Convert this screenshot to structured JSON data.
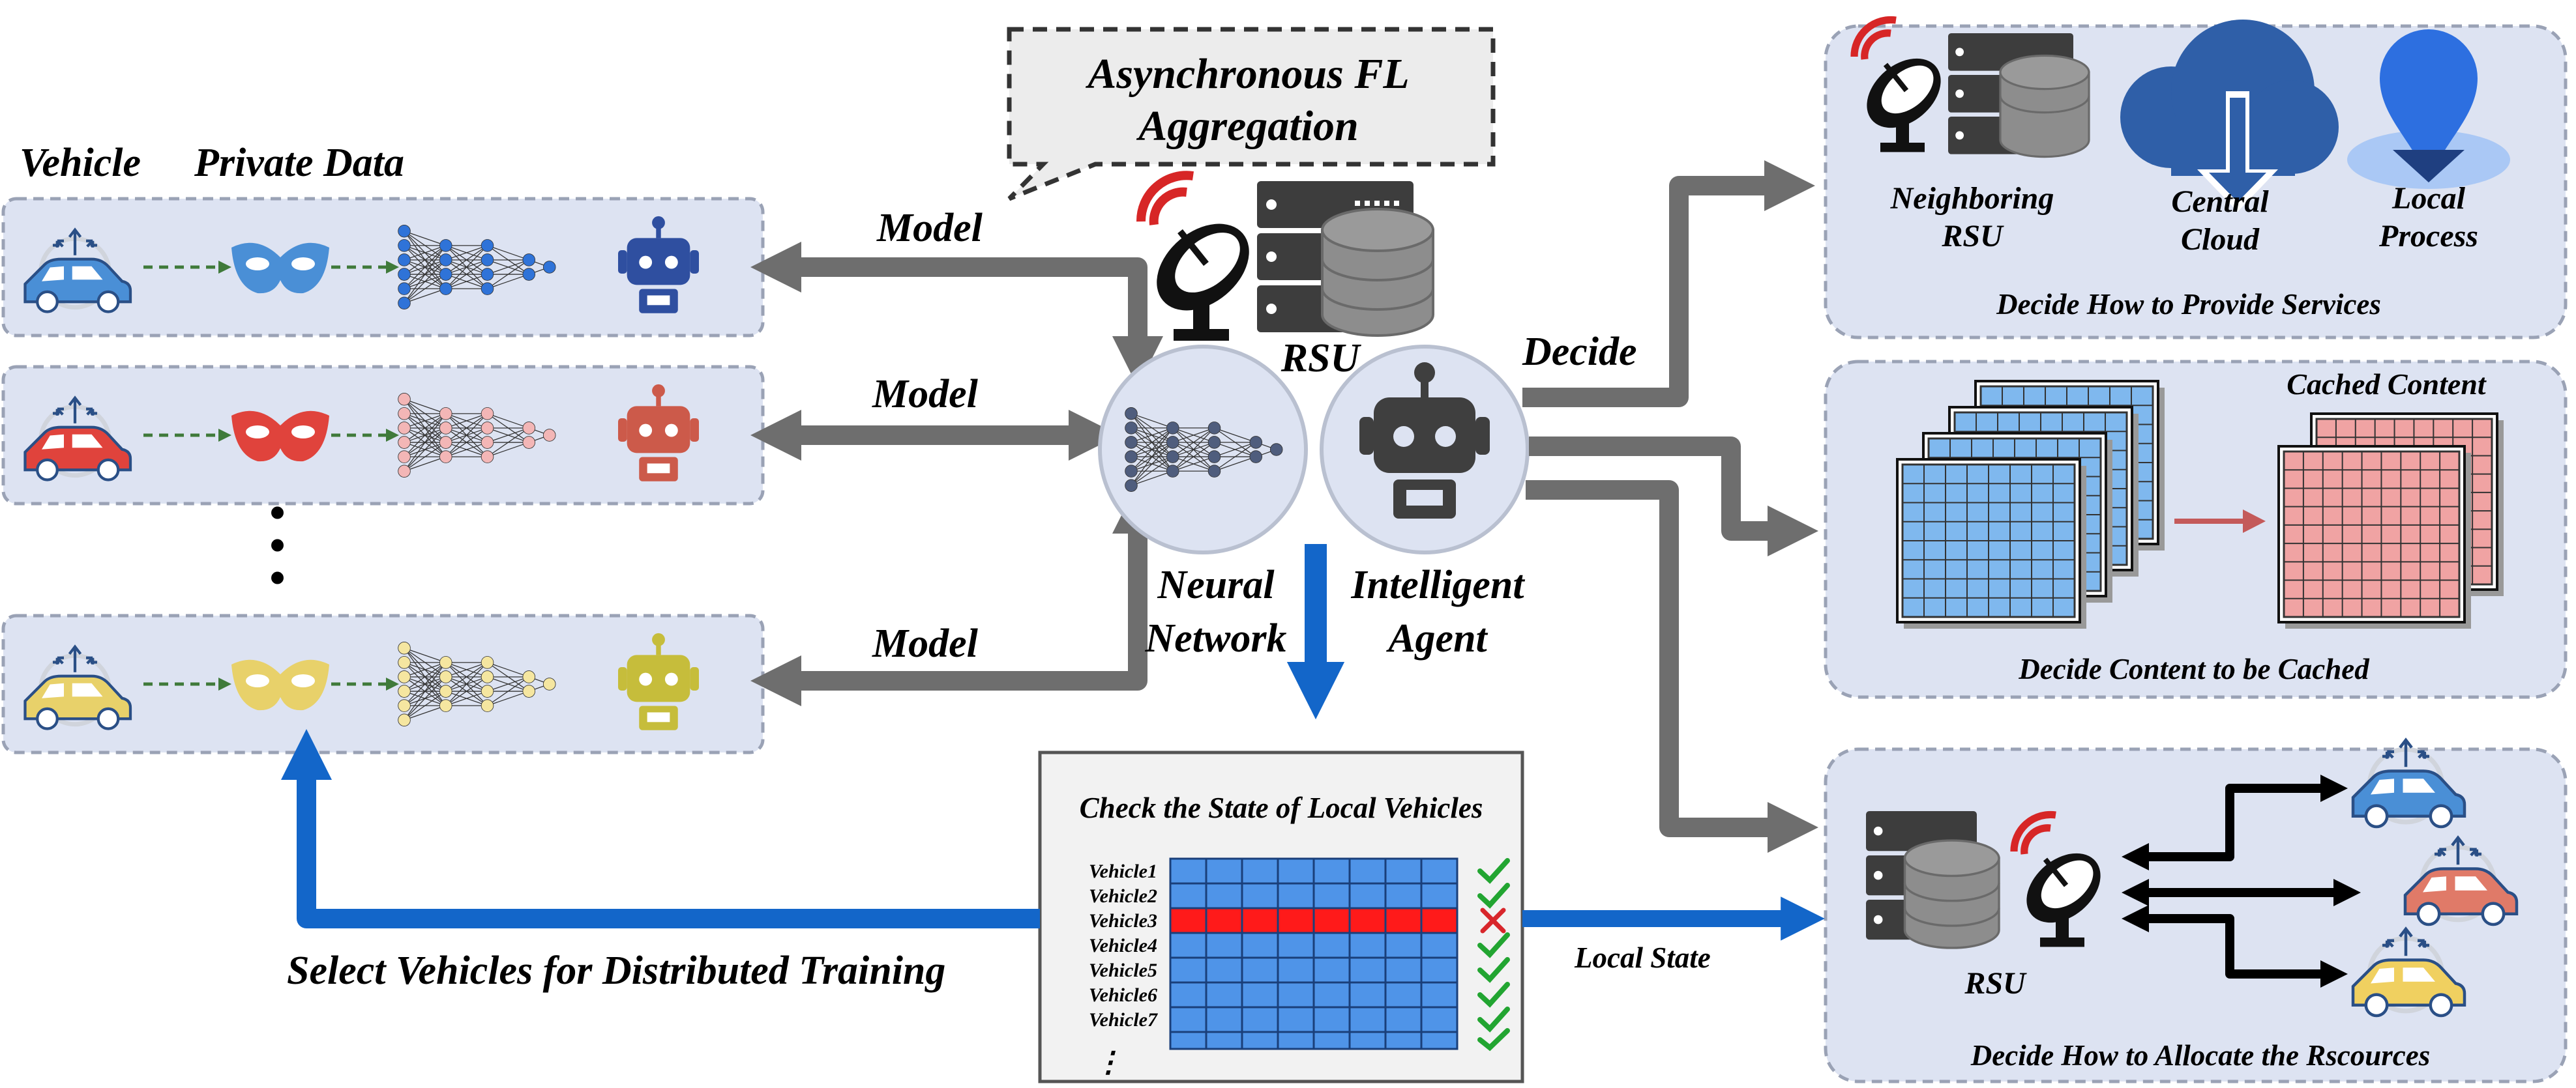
{
  "fl_callout": {
    "line1": "Asynchronous FL",
    "line2": "Aggregation"
  },
  "vehicles_section": {
    "vehicle_heading": "Vehicle",
    "private_data_heading": "Private Data",
    "ellipsis": "•\n•\n•",
    "rows": [
      {
        "color": "#4a8fd6",
        "light": "#a9cff2",
        "robot": "#2f4fa0"
      },
      {
        "color": "#e0433c",
        "light": "#f3b6b6",
        "robot": "#cc5a4a"
      },
      {
        "color": "#e8d16a",
        "light": "#f5e6a0",
        "robot": "#c6bd3b"
      }
    ]
  },
  "model_labels": [
    "Model",
    "Model",
    "Model"
  ],
  "rsu_center": {
    "rsu_label": "RSU",
    "nn_line1": "Neural",
    "nn_line2": "Network",
    "agent_line1": "Intelligent",
    "agent_line2": "Agent"
  },
  "decide_label": "Decide",
  "services_panel": {
    "neighboring_line1": "Neighboring",
    "neighboring_line2": "RSU",
    "cloud_line1": "Central",
    "cloud_line2": "Cloud",
    "local_line1": "Local",
    "local_line2": "Process",
    "caption": "Decide How to Provide Services"
  },
  "cache_panel": {
    "cached_content": "Cached Content",
    "caption": "Decide Content to be Cached"
  },
  "resource_panel": {
    "rsu_label": "RSU",
    "caption": "Decide How to Allocate the Rscources"
  },
  "state_box": {
    "title": "Check the State of Local Vehicles",
    "vehicles": [
      "Vehicle1",
      "Vehicle2",
      "Vehicle3",
      "Vehicle4",
      "Vehicle5",
      "Vehicle6",
      "Vehicle7"
    ],
    "status": [
      "check",
      "check",
      "cross",
      "check",
      "check",
      "check",
      "check"
    ],
    "highlight_row": 3,
    "more": "⋮"
  },
  "select_label": "Select Vehicles for Distributed Training",
  "local_state_label": "Local State",
  "colors": {
    "panel_fill": "#dde3f2",
    "panel_stroke": "#9aa2b5",
    "arrow_gray": "#6e6e6e",
    "arrow_blue": "#1366c9",
    "robot_dark": "#3f3f3f",
    "grid_blue": "#7fb8ee",
    "grid_red": "#f0a3a3",
    "check_green": "#22a531",
    "cross_red": "#d8262b",
    "highlight_red": "#ff1a1a"
  }
}
